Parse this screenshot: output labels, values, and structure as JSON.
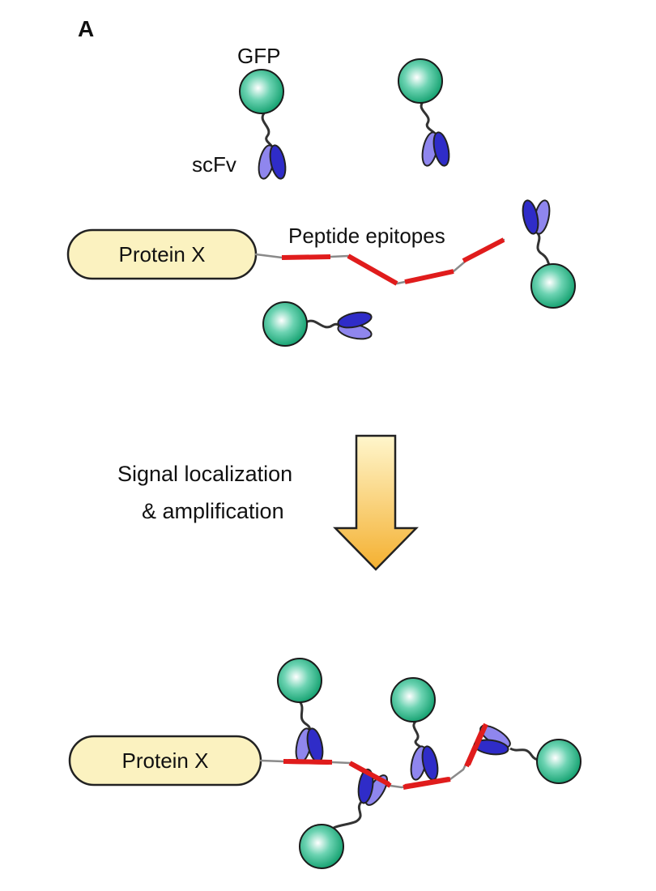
{
  "panel_label": "A",
  "labels": {
    "gfp": "GFP",
    "scfv": "scFv",
    "peptide_epitopes": "Peptide epitopes",
    "protein_top": "Protein X",
    "protein_bottom": "Protein X",
    "arrow_line1": "Signal localization",
    "arrow_line2": "& amplification"
  },
  "colors": {
    "gfp_center": "#ffffff",
    "gfp_edge": "#10a070",
    "scfv_light": "#8f86ee",
    "scfv_dark": "#2f2cc8",
    "epitope_red": "#e01c1c",
    "linker_gray": "#7a7a7a",
    "protein_fill": "#fbf2c0",
    "arrow_top": "#fff3c2",
    "arrow_bottom": "#f5b435"
  }
}
